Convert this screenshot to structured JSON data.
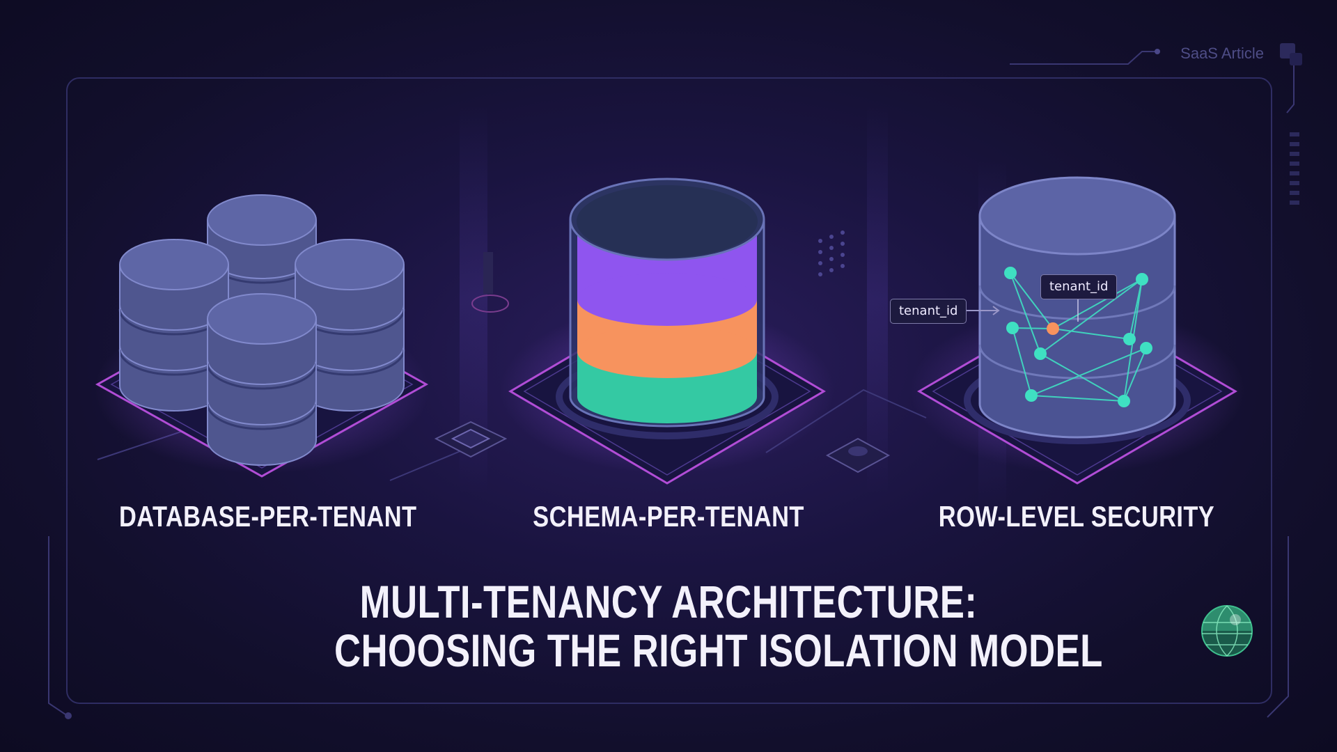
{
  "corner_tag": "SaaS Article",
  "models": [
    {
      "label": "DATABASE-PER-TENANT",
      "icon": "stacked-databases-icon"
    },
    {
      "label": "SCHEMA-PER-TENANT",
      "icon": "layered-schema-cylinder-icon"
    },
    {
      "label": "ROW-LEVEL SECURITY",
      "icon": "network-rows-cylinder-icon"
    }
  ],
  "row_level_tags": {
    "outer": "tenant_id",
    "inner": "tenant_id"
  },
  "title": {
    "line1": "MULTI-TENANCY ARCHITECTURE:",
    "line2": "CHOOSING THE RIGHT ISOLATION MODEL"
  },
  "colors": {
    "background": "#141034",
    "db_body": "#4f568f",
    "db_top": "#5e66a6",
    "schema_purple": "#8f55ef",
    "schema_orange": "#f7935e",
    "schema_teal": "#34c9a3",
    "node_teal": "#3fe0c2",
    "node_orange": "#f7935e",
    "platform_glow": "#b14dd6"
  }
}
